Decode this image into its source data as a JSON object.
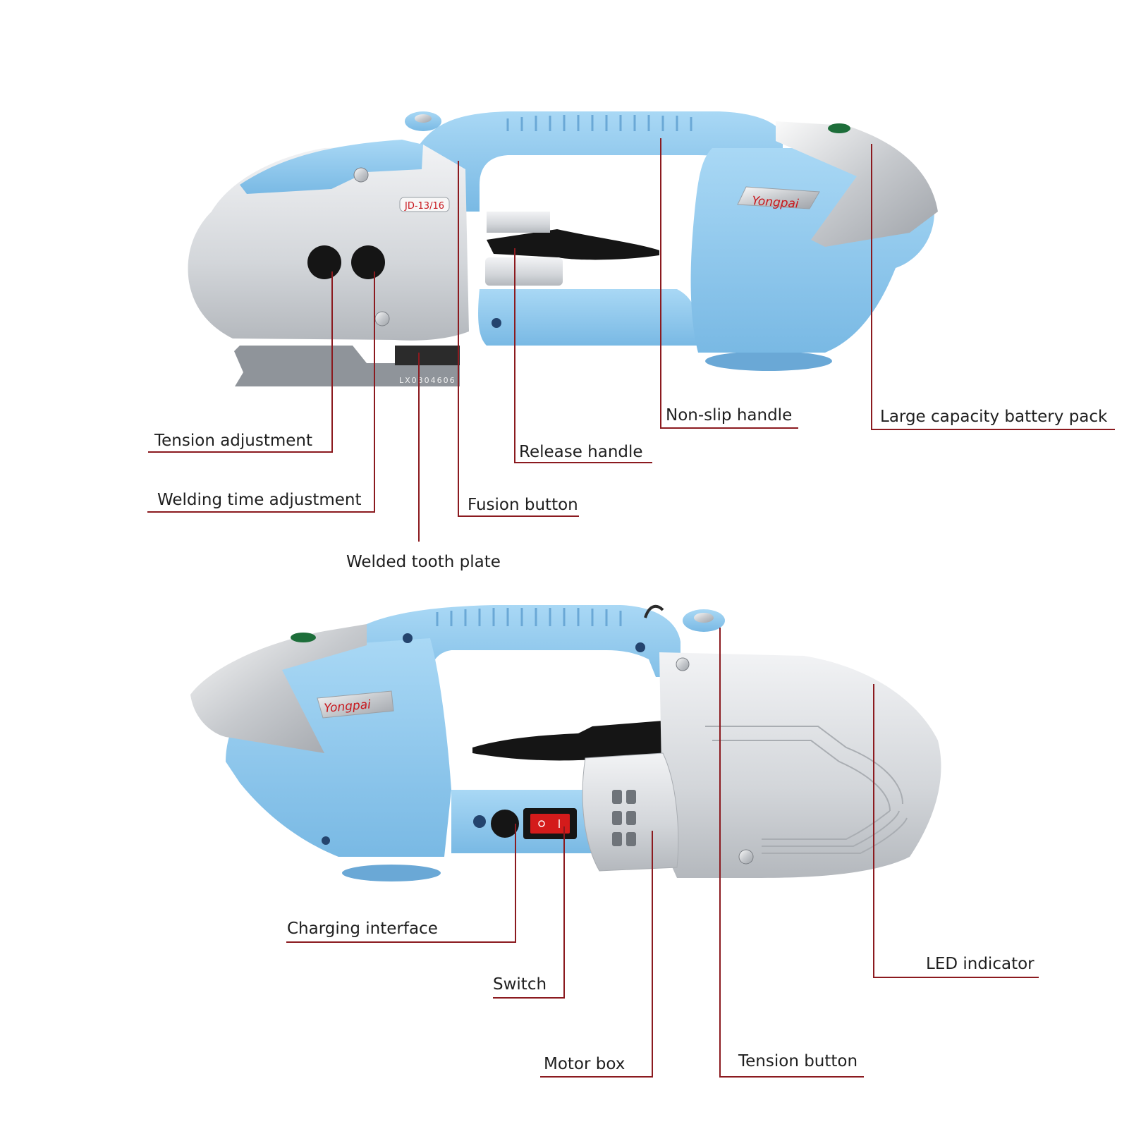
{
  "colors": {
    "leader": "#8b1a1f",
    "body_blue": "#8ec9ee",
    "body_blue_dark": "#6fb0de",
    "silver": "#d8dadd",
    "silver_dark": "#b7babf",
    "black": "#151515",
    "logo_red": "#c8171d",
    "switch_red": "#d41b1b"
  },
  "top_view": {
    "brand": "Yongpai",
    "model_plate": "JD-13/16",
    "serial": "LX0304606",
    "labels": {
      "tension_adjustment": "Tension adjustment",
      "welding_time_adjustment": "Welding time adjustment",
      "welded_tooth_plate": "Welded tooth plate",
      "fusion_button": "Fusion button",
      "release_handle": "Release handle",
      "non_slip_handle": "Non-slip handle",
      "battery_pack": "Large capacity battery pack"
    }
  },
  "bottom_view": {
    "brand": "Yongpai",
    "labels": {
      "charging_interface": "Charging interface",
      "switch": "Switch",
      "motor_box": "Motor box",
      "tension_button": "Tension button",
      "led_indicator": "LED indicator"
    }
  }
}
